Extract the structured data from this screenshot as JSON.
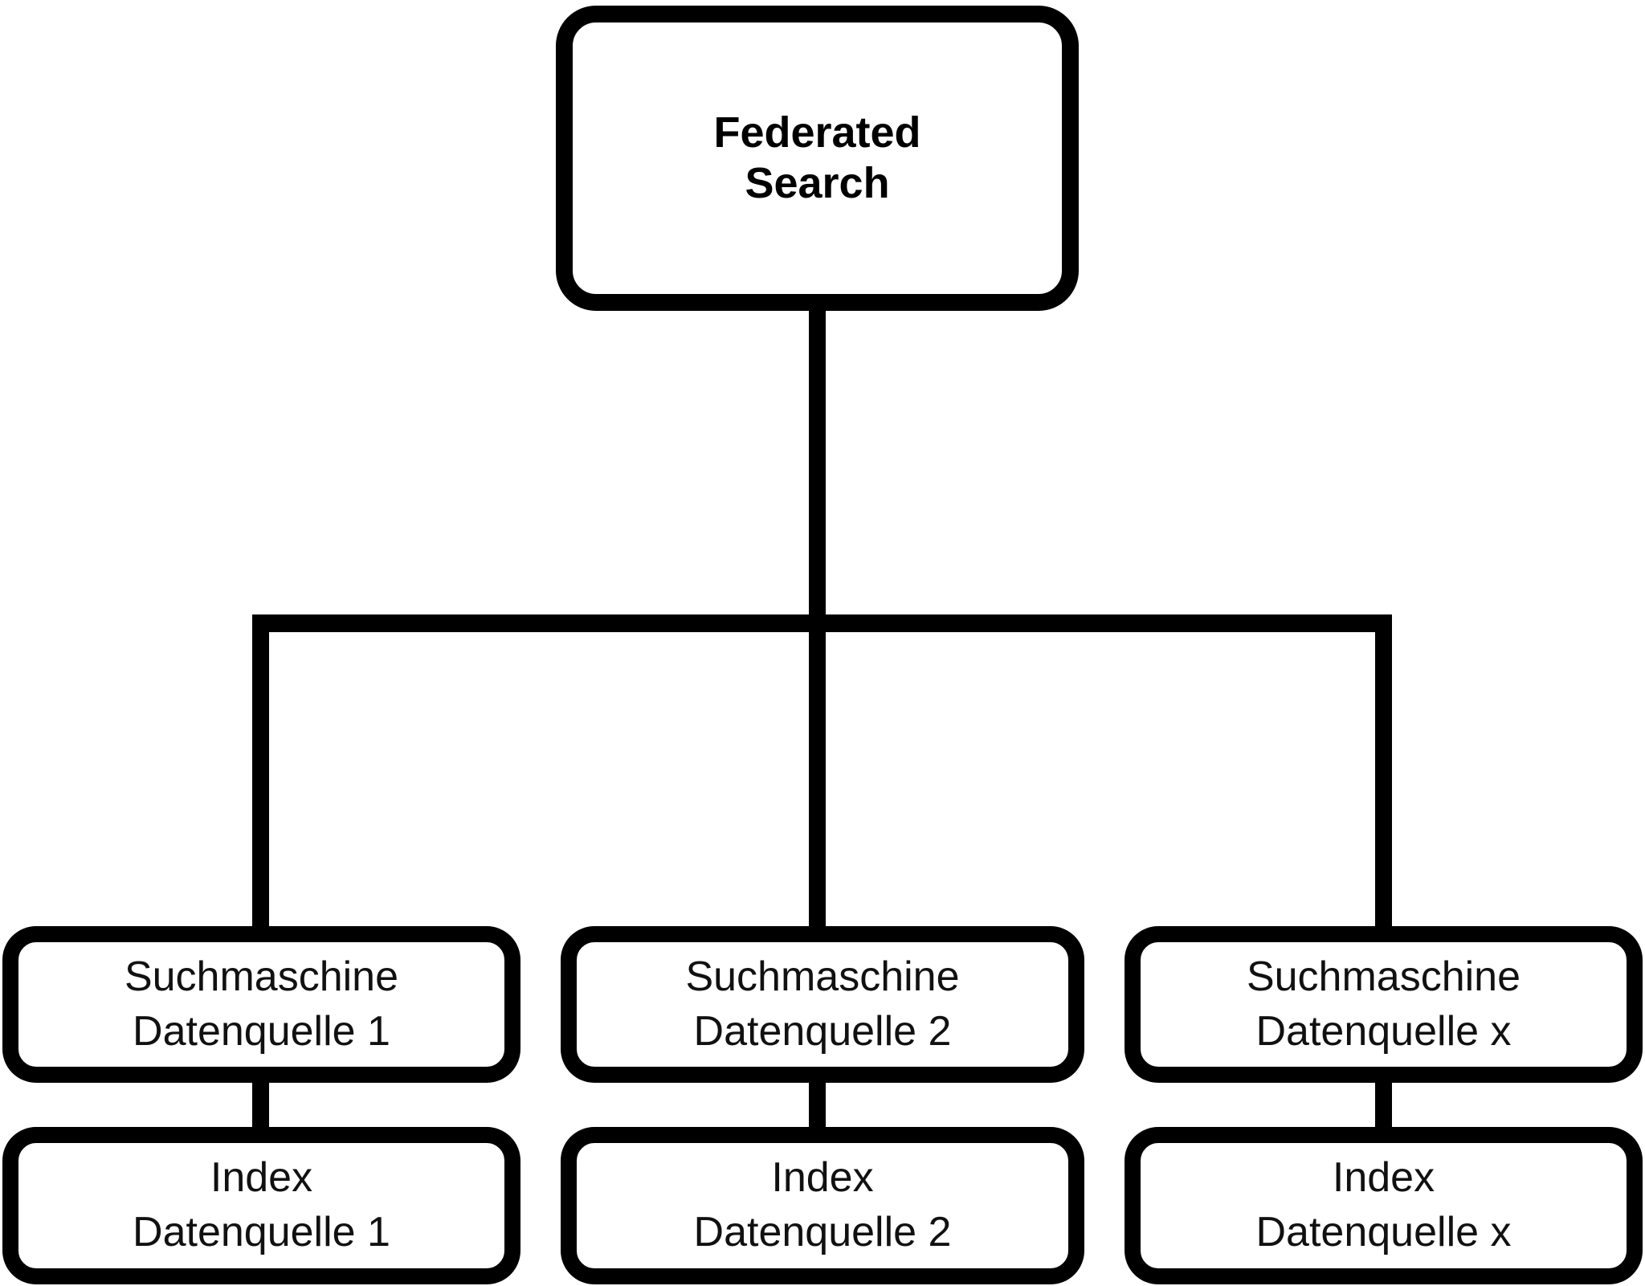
{
  "colors": {
    "line": "#000000",
    "text": "#111111",
    "background": "#ffffff"
  },
  "root": {
    "line1": "Federated",
    "line2": "Search"
  },
  "engines": [
    {
      "line1": "Suchmaschine",
      "line2": "Datenquelle 1"
    },
    {
      "line1": "Suchmaschine",
      "line2": "Datenquelle 2"
    },
    {
      "line1": "Suchmaschine",
      "line2": "Datenquelle x"
    }
  ],
  "indexes": [
    {
      "line1": "Index",
      "line2": "Datenquelle 1"
    },
    {
      "line1": "Index",
      "line2": "Datenquelle 2"
    },
    {
      "line1": "Index",
      "line2": "Datenquelle x"
    }
  ]
}
